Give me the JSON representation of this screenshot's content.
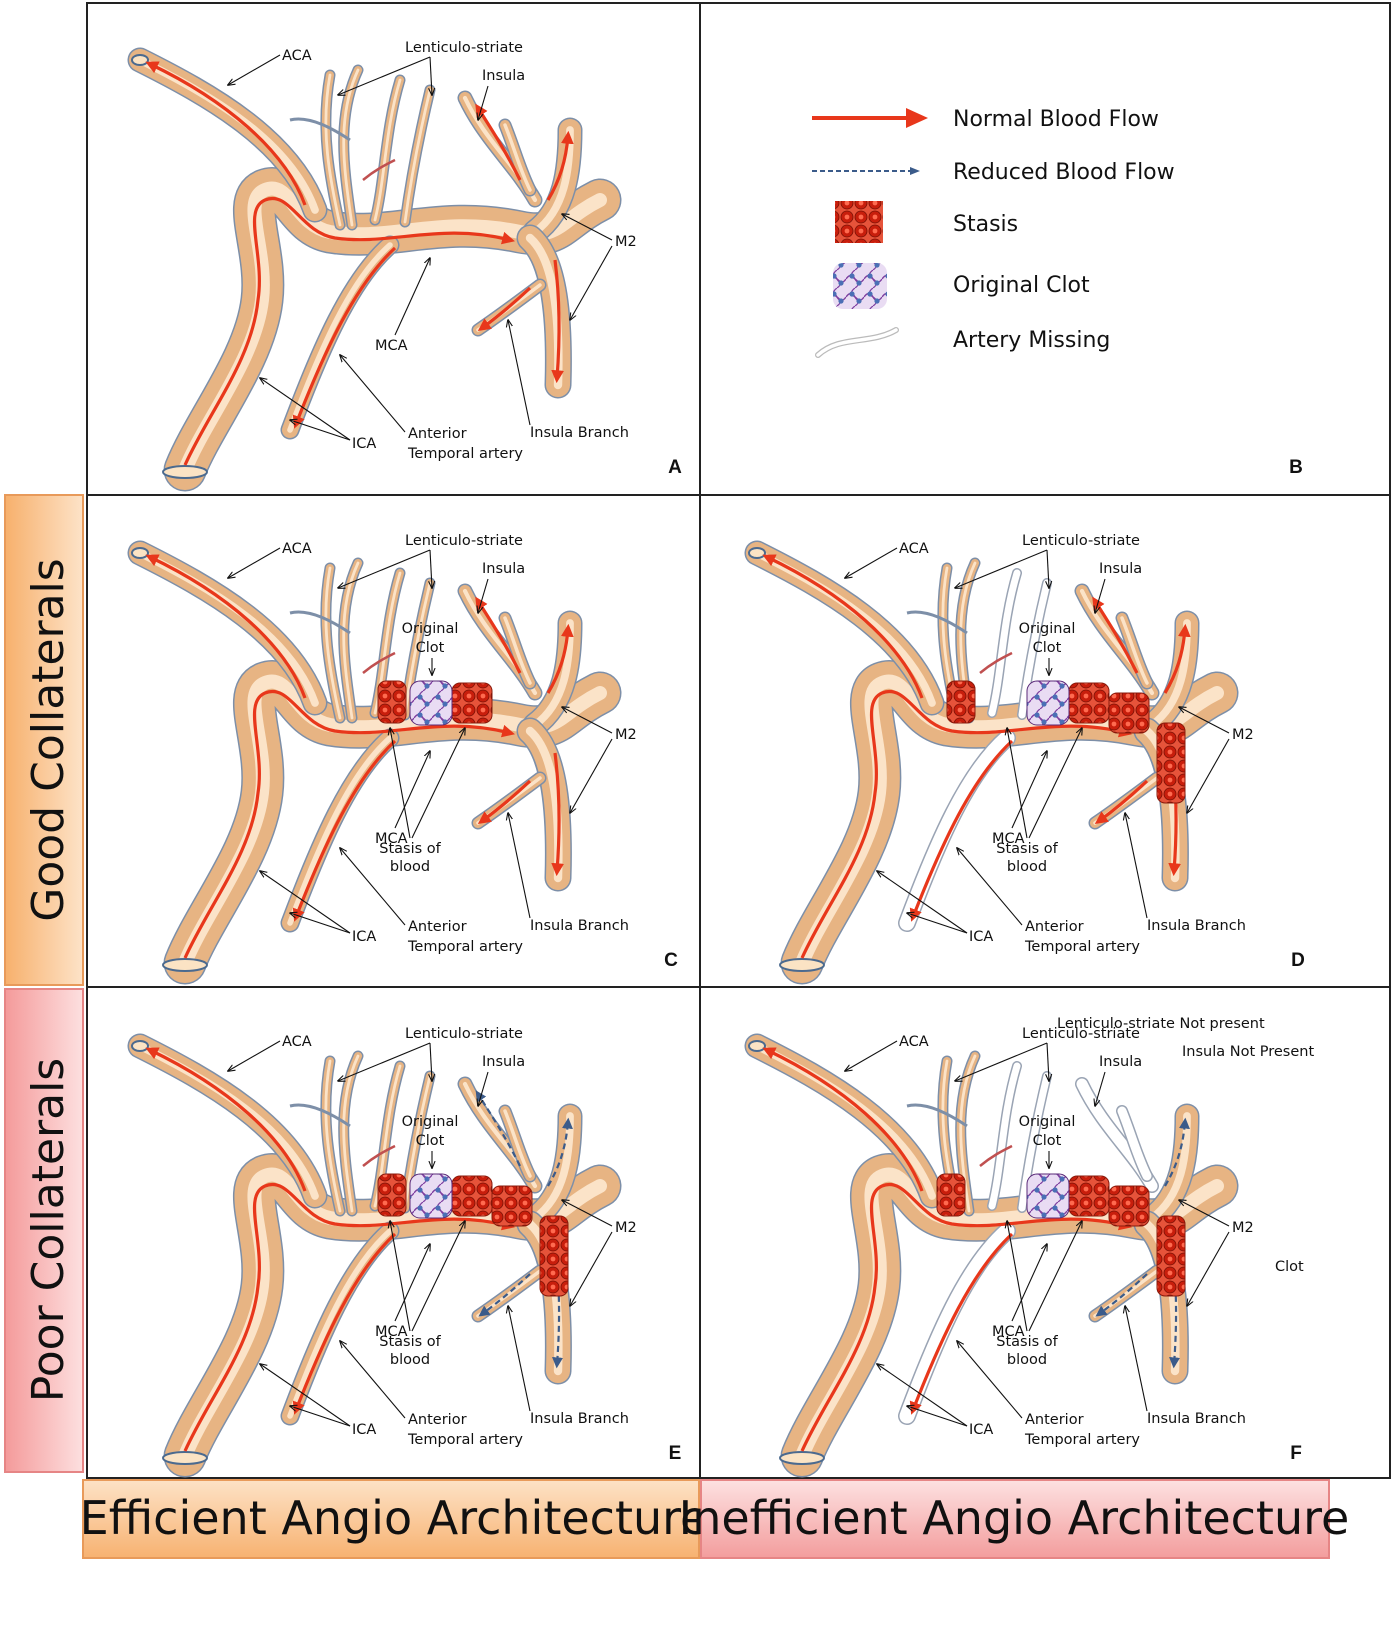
{
  "legend": {
    "normal_flow": "Normal Blood Flow",
    "reduced_flow": "Reduced Blood Flow",
    "stasis": "Stasis",
    "original_clot": "Original Clot",
    "artery_missing": "Artery Missing"
  },
  "row_labels": {
    "good": "Good Collaterals",
    "poor": "Poor Collaterals"
  },
  "column_labels": {
    "efficient": "Efficient Angio Architecture",
    "inefficient": "Inefficient Angio Architecture"
  },
  "panel_letters": {
    "A": "A",
    "B": "B",
    "C": "C",
    "D": "D",
    "E": "E",
    "F": "F"
  },
  "labels": {
    "aca": "ACA",
    "lenticulo_striate": "Lenticulo-striate",
    "insula": "Insula",
    "insula_branch": "Insula Branch",
    "m2": "M2",
    "mca": "MCA",
    "ica": "ICA",
    "anterior": "Anterior",
    "temporal_artery": "Temporal artery",
    "anterior_temporal": "Anterior Temporal",
    "artery": "artery",
    "original": "Original",
    "clot": "Clot",
    "stasis_of": "Stasis of",
    "blood": "blood",
    "lenticulo_not_present": "Lenticulo-striate Not present",
    "insula_not_present": "Insula Not Present",
    "clot_stray": "Clot"
  },
  "colors": {
    "artery_fill": "#f5d0a3",
    "artery_edge": "#b08a64",
    "vessel_outline": "#4b6a8f",
    "normal_flow": "#e8371b",
    "reduced_flow": "#3b5b8a",
    "stasis_cell": "#d62a13",
    "clot": "#7e3fa0",
    "row_good": "#f6b87a",
    "row_poor": "#f4a7a7",
    "col_efficient": "#f8c38e",
    "col_inefficient": "#f6b3b3"
  }
}
